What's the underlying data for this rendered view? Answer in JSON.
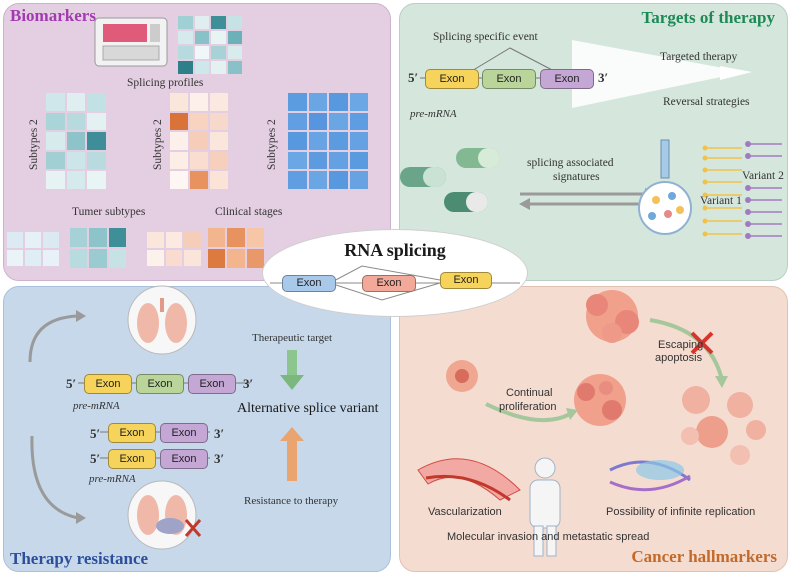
{
  "center": {
    "title": "RNA splicing",
    "exons": [
      "Exon",
      "Exon",
      "Exon"
    ]
  },
  "biomarkers": {
    "title": "Biomarkers",
    "splicing_profiles": "Splicing profiles",
    "subtypes_label": "Subtypes 2",
    "tumor_subtypes": "Tumer subtypes",
    "clinical_stages": "Clinical stages",
    "colors": {
      "teal": "#6fb3bb",
      "orange": "#e8a06b",
      "blue": "#5b9be0"
    }
  },
  "targets": {
    "title": "Targets of therapy",
    "event": "Splicing specific event",
    "five": "5′",
    "three": "3′",
    "exon": "Exon",
    "premrna": "pre-mRNA",
    "targeted": "Targeted therapy",
    "reversal": "Reversal strategies",
    "signatures_line1": "splicing associated",
    "signatures_line2": "signatures",
    "variant1": "Variant 1",
    "variant2": "Variant 2"
  },
  "resistance": {
    "title": "Therapy resistance",
    "target": "Therapeutic target",
    "variant": "Alternative splice variant",
    "resistance": "Resistance to therapy",
    "five": "5′",
    "three": "3′",
    "exon": "Exon",
    "premrna": "pre-mRNA"
  },
  "hallmarks": {
    "title": "Cancer hallmarkers",
    "escaping_line1": "Escaping",
    "escaping_line2": "apoptosis",
    "continual_line1": "Continual",
    "continual_line2": "proliferation",
    "vascularization": "Vascularization",
    "replication": "Possibility of infinite replication",
    "invasion": "Molecular invasion and metastatic spread"
  }
}
